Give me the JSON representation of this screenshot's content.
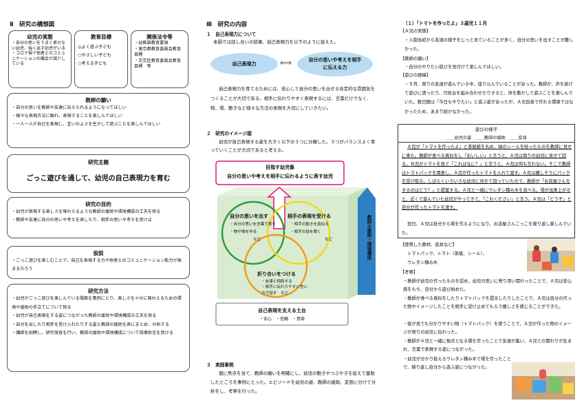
{
  "col1": {
    "heading": "Ⅱ　研究の構想図",
    "jittai": {
      "title": "幼児の実態",
      "items": [
        "・自分の思いをうまく表せない幼児、強く出す幼児がいる",
        "・コロナ禍で他者とのコミュニケーションの機会が減少している"
      ]
    },
    "mokuhyo": {
      "title": "教育目標",
      "items": [
        "◎よく遊ぶ子ども",
        "○やさしい子ども",
        "○考える子ども"
      ]
    },
    "hoshin": {
      "title": "関係法令等",
      "items": [
        "・幼稚園教育要領",
        "・東京都教育委員会教育目標",
        "・文京区教育委員会教育目標　等"
      ]
    },
    "negai": {
      "title": "教師の願い",
      "items": [
        "・自分の思いを教師や友達に伝えられるようになってほしい",
        "・様々な表現方法に触れ、表現することを楽しんでほしい",
        "・一人一人が自己を表現し、互いのよさを生かして遊ぶことを楽しんでほしい"
      ]
    },
    "shudai": {
      "title": "研究主題",
      "main": "ごっこ遊びを通して、幼児の自己表現力を育む"
    },
    "mokuteki": {
      "title": "研究の目的",
      "items": [
        "・幼児が表現する楽しさを味わえるような教師の援助や環境構成の工夫を探る",
        "・教師や友達に自分の思いや考えを表したり、相手の思いや考えを受け止"
      ]
    },
    "kasetsu": {
      "title": "仮説",
      "items": [
        "・ごっこ遊びを楽しむことで、自己を表現する力や他者とのコミュニケーション能力が高まるだろう"
      ]
    },
    "hoho": {
      "title": "研究方法",
      "items": [
        "・幼児がごっこ遊びを楽しんでいる場面を事例にとり、楽しさを十分に味わえるための環境や援助の手立てについて探る",
        "・幼児が自己表現をする姿につながった教師の援助や環境構成の工夫を探る",
        "・自分を出したり相手を受け入れたりする姿と教師の援助を表にまとめ、分析する",
        "・講師を招聘し、研究保育を行い、教師の援助や環境構成について指導助言を受ける"
      ]
    }
  },
  "col2": {
    "heading": "Ⅲ　研究の内容",
    "s1": {
      "title": "１　自己表現力について",
      "intro": "本園では話し合いの結果、自己表現力を以下のように捉えた。",
      "ellipse_left": "自己表現力",
      "ellipse_right": "自分の思いや考えを相手に伝える力",
      "para": "自己表現力を育てるためには、安心して自分の思いを出せる肯定的な雰囲気をつくることが大切である。相手に伝わりやすく表現するには、言葉だけでなく、物、場、動きなど様々な方法の表現を大切にしていきたい。"
    },
    "s2": {
      "title": "２　研究のイメージ図",
      "intro": "幼児が自己表現する姿を大きく以下の３つに分類した。３つがバランスよく育っていくことが大切であると考える。"
    },
    "diagram": {
      "goal_title": "目指す幼児像",
      "goal_text": "自分の思いや考えを相手に伝わるように表す幼児",
      "c1_title": "自分の思いを出す",
      "c1_items": [
        "・自分の思いを言葉で表す",
        "・物や場を作る",
        "など"
      ],
      "c2_title": "相手の表現を受ける",
      "c2_items": [
        "・相手の動きを真似る",
        "・相手の話を聞く",
        "など"
      ],
      "c3_title": "折り合いをつける",
      "c3_items": [
        "・友達と相談する",
        "・相手に伝わりやすい言い方で話す　など"
      ],
      "side_text": "教師の援助・環境構成",
      "base_title": "自己表現を支える土台",
      "base_items": "・安心　・信頼　・意欲"
    },
    "s3": {
      "title": "３　実践事例",
      "para": "個に焦点を当て、教師の願いを明確にし、幼児の動きやつぶやきを捉えて援助したところを事例にとった。エピソードを幼児の姿、教師の援助、変容に分けて分析をし、考察を行った。"
    }
  },
  "col3": {
    "title": "（１）「トマトを作ったよ」３歳児１１月",
    "h_jittai": "【Ａ児の実態】",
    "jittai": "・入園当初から友達の様子をじっと見ていることが多く、自分の思いを出すことが難しかった。",
    "h_negai": "【教師の願い】",
    "negai": "・自分のやりたい遊びを見付けて楽しんでほしい。",
    "h_keii": "【遊びの経緯】",
    "keii": "・９月、周りの友達が遊んでいる中、座り込んでいることがあった。教師が、声を掛けて遊びに誘ったり、巧技台を組み合わせたりすると、体を動かして遊ぶことを楽しんでいた。数日間は「今日もやりたい」と遊ぶ姿があったが、Ａ児自身で作れる環境ではなかったため、あまり続かなかった。",
    "episode": {
      "title": "遊びの様子",
      "legend": "＿＿幼児の姿　＿＿教師の援助　＿＿変容",
      "body": "Ａ児が「トマトを作ったよ」と茶紙紙を丸め、緑のシールを貼ったものを教師に見せに来た。教師が食べる真似をし「おいしい」と言うと、Ａ児は周りの幼児に見せて回る。Ｂ児がトマトを見て「これはなに？」と言うと、Ａ児は何も言わない。そこで教師はトマトパックを用意し、Ａ児が作ったトマトを入れて渡す。Ａ児は嬉しそうにパックを受け取る。しばらくいろいろな幼児に見せて回っていたので、教師が「お店屋さんをするのはどう？」と提案する。Ａ児と一緒にウレタン積み木を並べる。場が出来上がると、近くで遊んでいた幼児がやってきて、「これください」と言う。Ａ児は「どうぞ」と自分が作ったトマトを渡す。",
      "after": "翌日、Ａ児は自分から場を作るようになり、お店屋さんごっこを繰り返し楽しんでいた。"
    },
    "h_kyozai": "【使用した教材、遊具など】",
    "kyozai": [
      "トマトパック、トマト（茶紙、シール）、",
      "ウレタン積み木"
    ],
    "h_kosatsu": "【考察】",
    "kosatsu": [
      "・教師が幼児の作ったものを認め、幼児の思いに寄り添い関わったことで、Ａ児は安心感をもち、自分から遊び始めた。",
      "・教師が食べる真似をしたりトマトパックを提示したりしたことで、Ａ児は自分の作った物やイメージしたことを相手に受け止めてもらう嬉しさを感じることができた。",
      "・扱が見ても分かりやすい物（トマトパック）を使うことで、Ａ児が作った物のイメージが周りの幼児に伝わった。",
      "・教師がＡ児と一緒に拠点となる場を作ったことで友達が集い、Ａ児との関わりが生まれ、言葉で表現する姿につながった。",
      "・幼児が分かり扱えるウレタン積み木で場を作ったことで、繰り返し自分から遊ぶ姿につながった。"
    ]
  },
  "colors": {
    "ellipse": "#b9dcf3",
    "goal_pink": "#e0147a",
    "c1": "#2f9c3c",
    "c2": "#f1da1c",
    "c3": "#f29a1d",
    "cube": "#d9ecd2",
    "side_blue": "#2f7fc4"
  }
}
